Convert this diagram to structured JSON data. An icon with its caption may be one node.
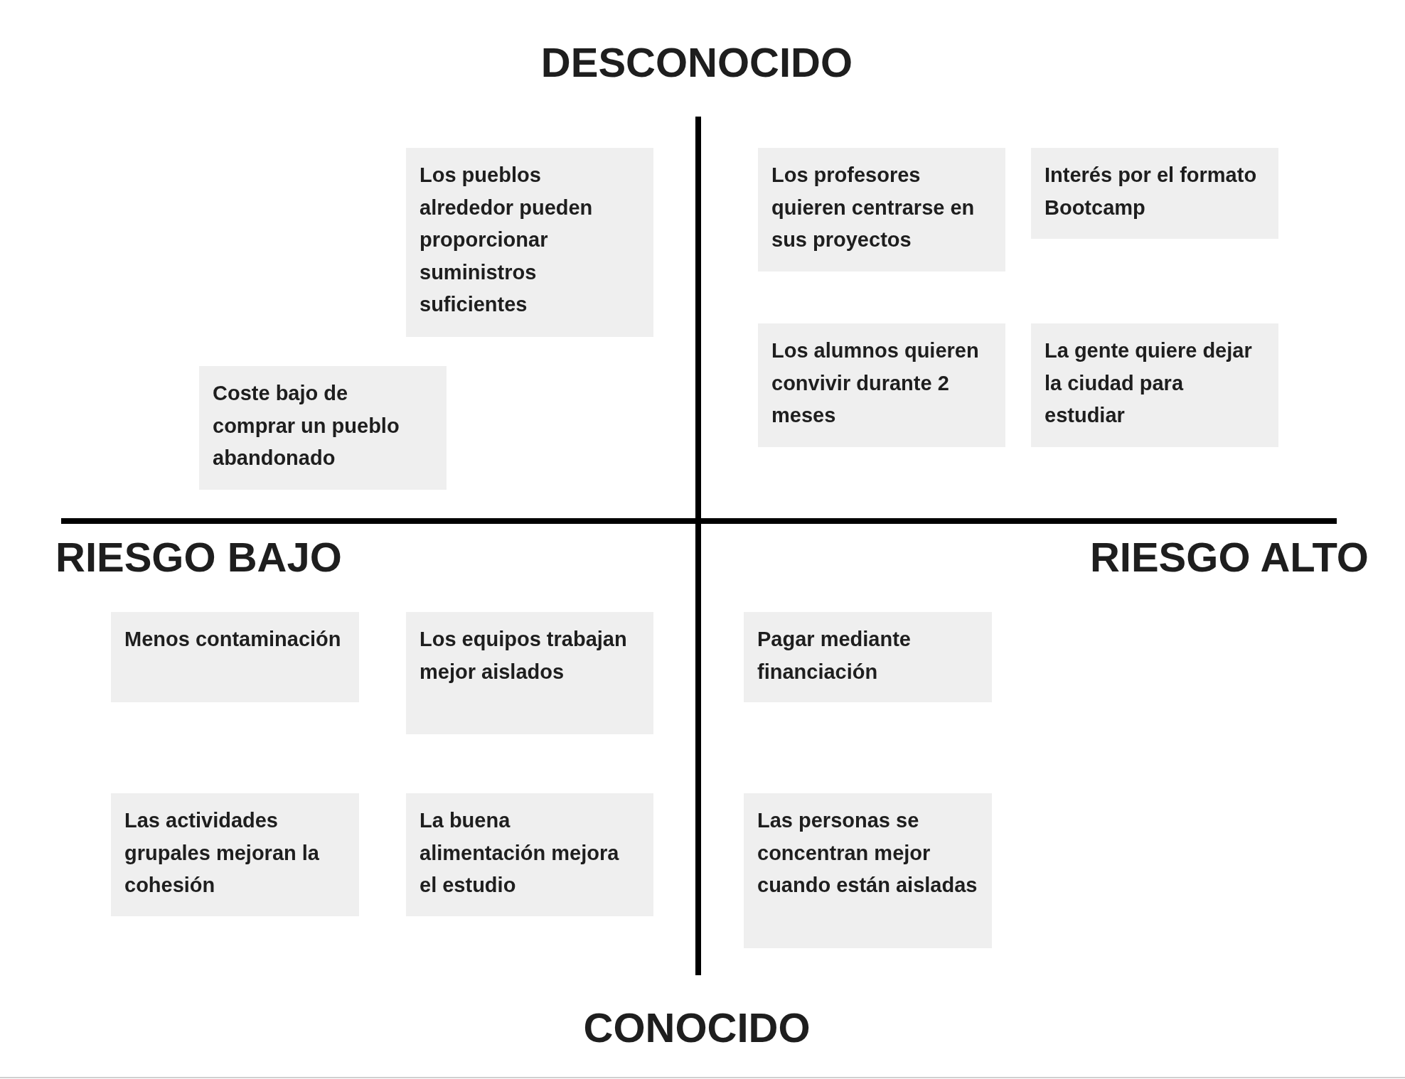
{
  "diagram": {
    "nodes": [
      {
        "text": [
          "Los pueblos alrededor pueden proporcionar suministros suficientes"
        ]
      },
      {
        "text": [
          "Coste bajo de comprar un pueblo abandonado"
        ]
      },
      {
        "text": [
          "Los profesores quieren centrarse en sus proyectos"
        ]
      },
      {
        "text": [
          "Interés por el formato Bootcamp"
        ]
      },
      {
        "text": [
          "Los alumnos quieren convivir durante 2 meses"
        ]
      },
      {
        "text": [
          "La gente quiere dejar la ciudad para estudiar"
        ]
      },
      {
        "text": [
          "Menos contaminación"
        ]
      },
      {
        "text": [
          "Los equipos trabajan mejor aislados"
        ]
      },
      {
        "text": [
          "Pagar mediante financiación"
        ]
      },
      {
        "text": [
          "Las actividades grupales mejoran la cohesión"
        ]
      },
      {
        "text": [
          "La buena alimentación mejora el estudio"
        ]
      },
      {
        "text": [
          "Las personas se concentran mejor cuando están aisladas"
        ]
      }
    ],
    "labels": [
      "DESCONOCIDO",
      "RIESGO BAJO",
      "RIESGO ALTO",
      "CONOCIDO"
    ]
  }
}
